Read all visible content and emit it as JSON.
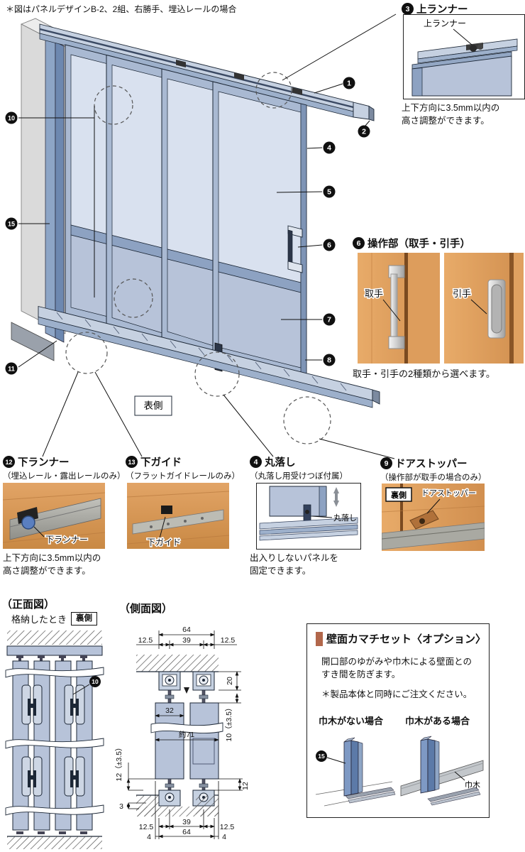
{
  "page": {
    "note": "＊図はパネルデザインB-2、2組、右勝手、埋込レールの場合"
  },
  "main_diagram": {
    "front_label": "表側",
    "callouts": {
      "c1": "1",
      "c2": "2",
      "c4": "4",
      "c5": "5",
      "c6": "6",
      "c7": "7",
      "c8": "8",
      "c10": "10",
      "c11": "11",
      "c15": "15"
    }
  },
  "upper_runner": {
    "num": "3",
    "title": "上ランナー",
    "part_label": "上ランナー",
    "caption_line1": "上下方向に3.5mm以内の",
    "caption_line2": "高さ調整ができます。"
  },
  "handle_section": {
    "num": "6",
    "title": "操作部（取手・引手）",
    "left_label": "取手",
    "right_label": "引手",
    "caption": "取手・引手の2種類から選べます。"
  },
  "lower_runner": {
    "num": "12",
    "title": "下ランナー",
    "subtitle": "（埋込レール・露出レールのみ）",
    "part_label": "下ランナー",
    "caption_line1": "上下方向に3.5mm以内の",
    "caption_line2": "高さ調整ができます。"
  },
  "lower_guide": {
    "num": "13",
    "title": "下ガイド",
    "subtitle": "（フラットガイドレールのみ）",
    "part_label": "下ガイド"
  },
  "drop_bolt": {
    "num": "4",
    "title": "丸落し",
    "subtitle": "（丸落し用受けつぼ付属）",
    "part_label": "丸落し",
    "caption_line1": "出入りしないパネルを",
    "caption_line2": "固定できます。"
  },
  "door_stopper": {
    "num": "9",
    "title": "ドアストッパー",
    "subtitle": "（操作部が取手の場合のみ）",
    "badge": "裏側",
    "part_label": "ドアストッパー"
  },
  "front_view": {
    "title": "（正面図）",
    "sub": "格納したとき",
    "badge": "裏側",
    "callout": "10"
  },
  "side_view": {
    "title": "（側面図）",
    "d64": "64",
    "d39": "39",
    "d125": "12.5",
    "d20": "20",
    "d10": "10（±3.5）",
    "d32": "32",
    "d71": "約71",
    "d12pm": "12（±3.5）",
    "d3": "3",
    "d12": "12",
    "d4": "4"
  },
  "option_box": {
    "title": "壁面カマチセット〈オプション〉",
    "body_line1": "開口部のゆがみや巾木による壁面との",
    "body_line2": "すき間を防ぎます。",
    "note": "＊製品本体と同時にご注文ください。",
    "left_case": "巾木がない場合",
    "right_case": "巾木がある場合",
    "part_label": "巾木",
    "callout": "15",
    "accent_color": "#b2674b"
  }
}
